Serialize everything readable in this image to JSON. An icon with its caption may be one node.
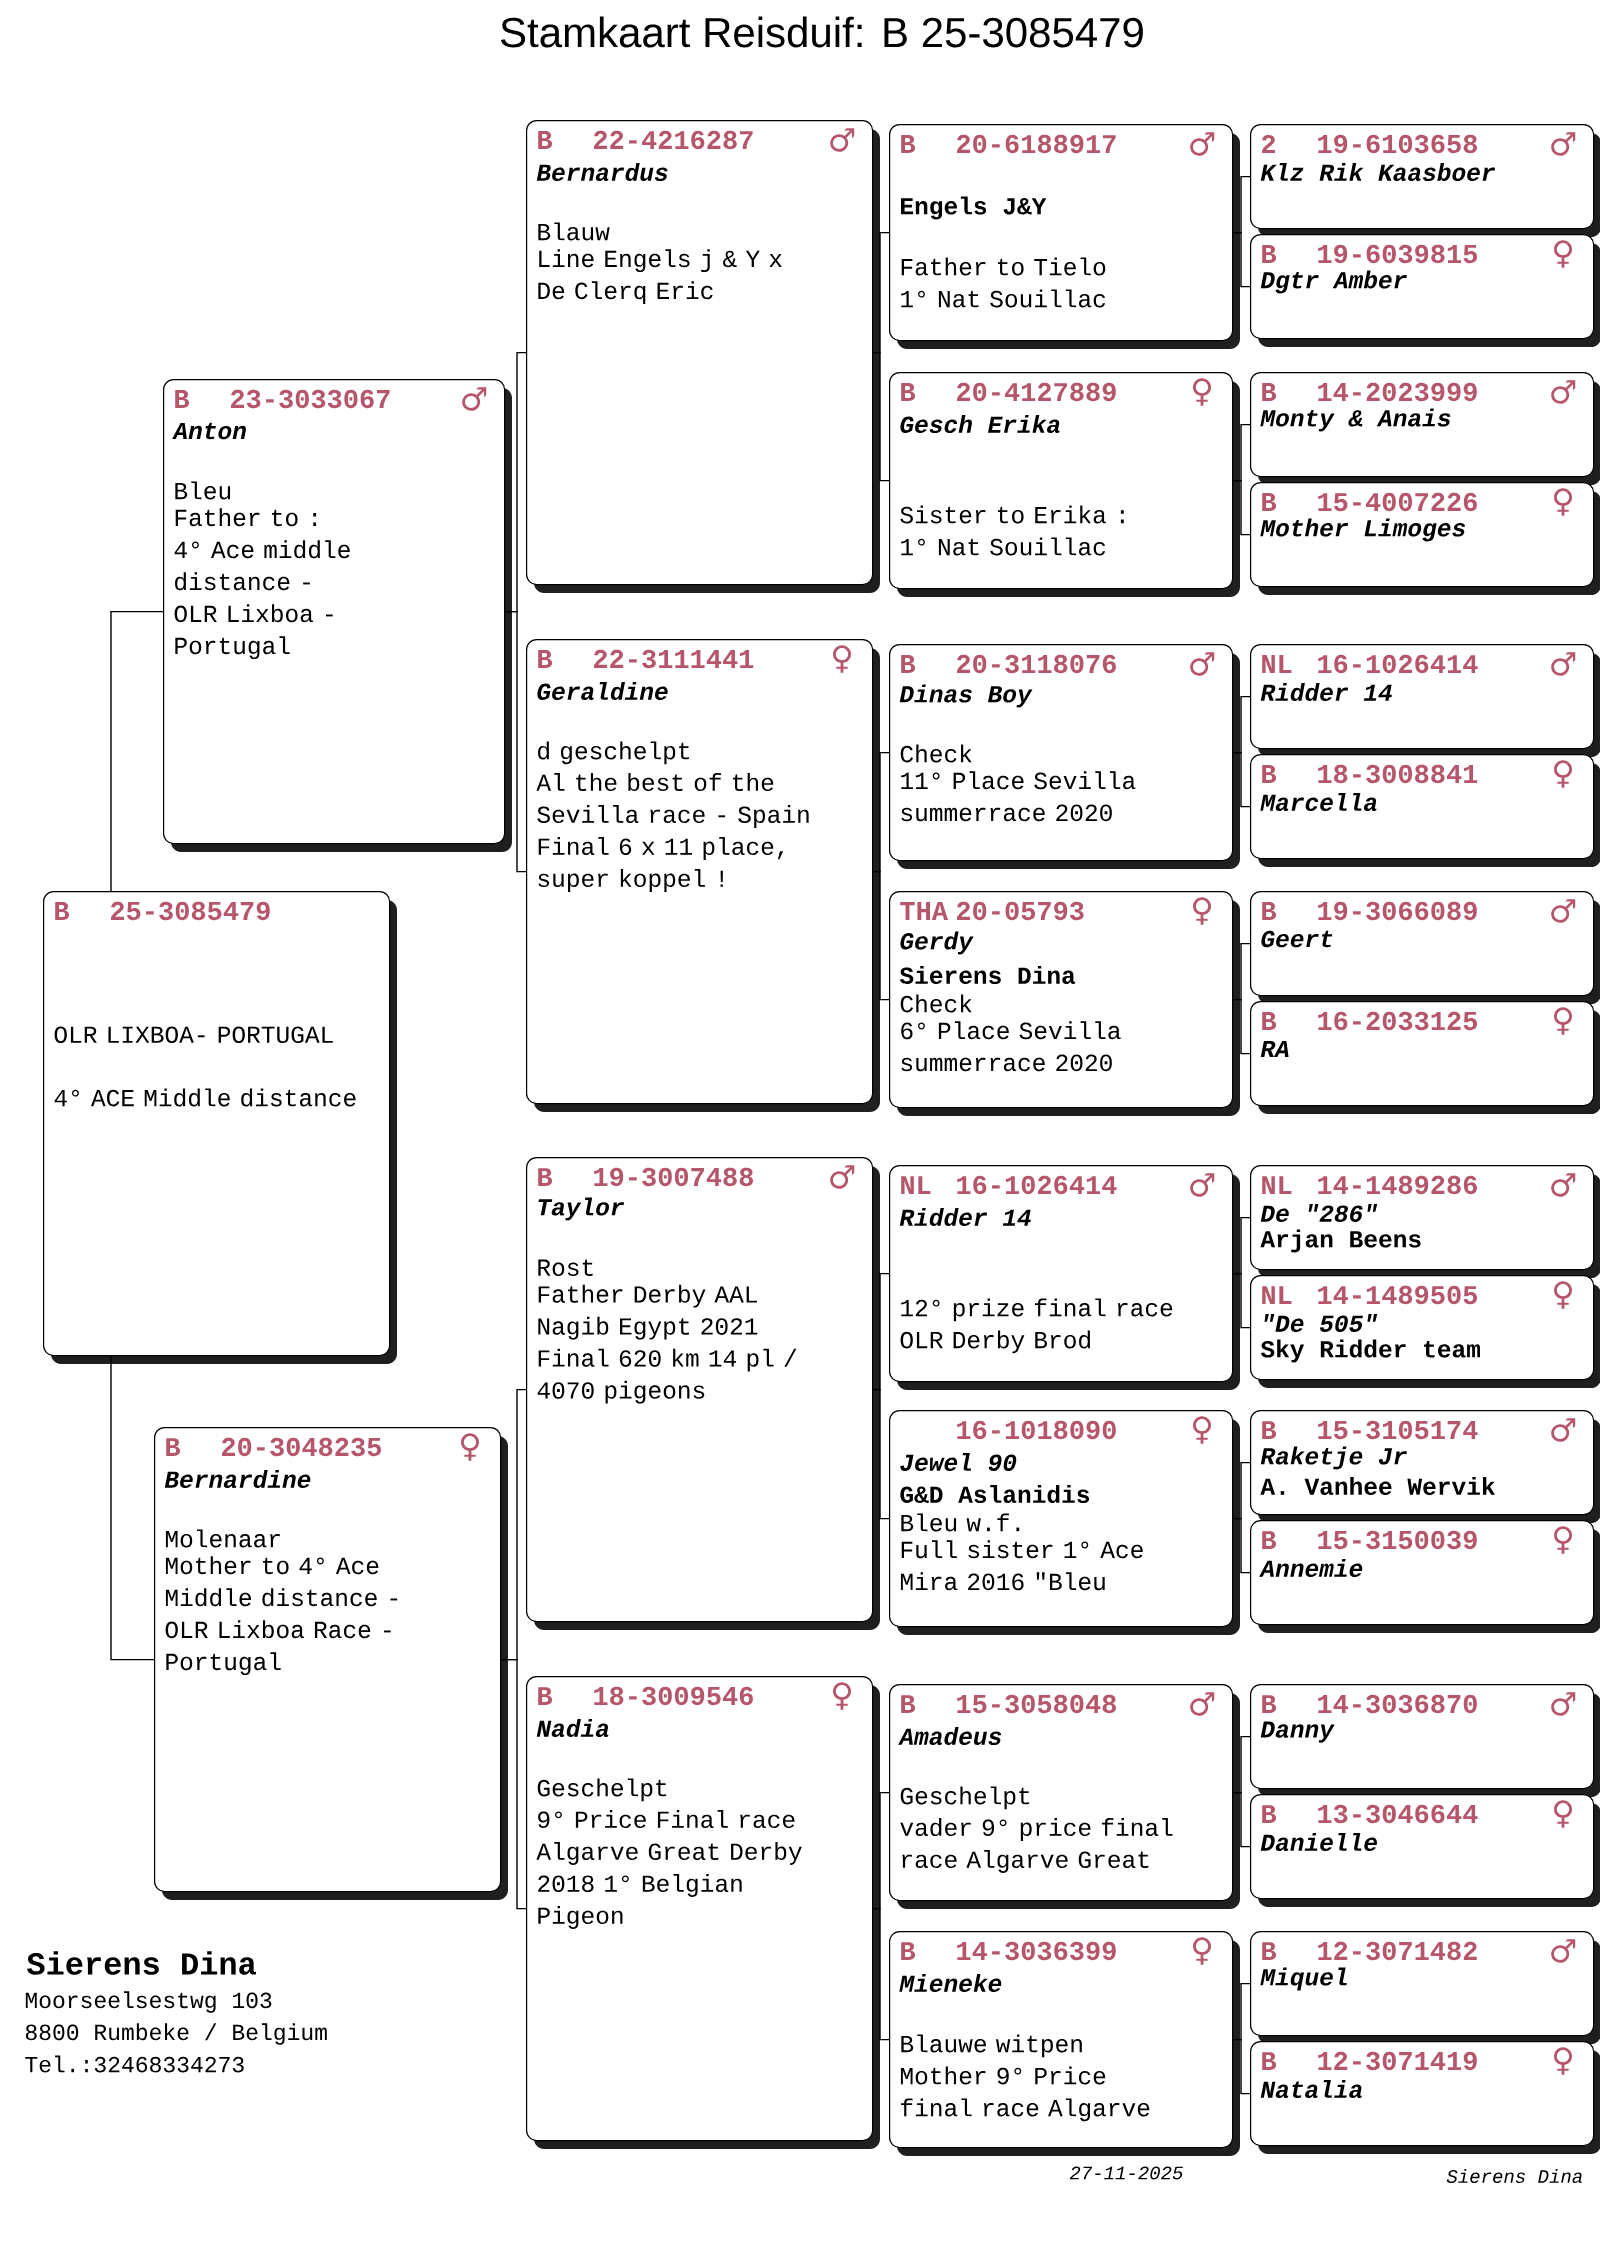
{
  "diagram": {
    "title": "Stamkaart Reisduif: B   25-3085479",
    "nodes": [
      {
        "text": [
          "B",
          "25-3085479",
          "OLR LIXBOA- PORTUGAL",
          "4° ACE Middle distance"
        ]
      },
      {
        "text": [
          "B",
          "23-3033067",
          "♂",
          "Anton",
          "Bleu",
          "Father to : 4° Ace middle distance - OLR Lixboa - Portugal"
        ]
      },
      {
        "text": [
          "B",
          "20-3048235",
          "♀",
          "Bernardine",
          "Molenaar",
          "Mother to 4° Ace Middle distance - OLR Lixboa Race - Portugal"
        ]
      },
      {
        "text": [
          "B",
          "22-4216287",
          "♂",
          "Bernardus",
          "Blauw",
          "Line Engels j & Y x De Clerq Eric"
        ]
      },
      {
        "text": [
          "B",
          "22-3111441",
          "♀",
          "Geraldine",
          "d geschelpt",
          "Al the best of the Sevilla race - Spain Final 6 x 11 place, super koppel !"
        ]
      },
      {
        "text": [
          "B",
          "19-3007488",
          "♂",
          "Taylor",
          "Rost",
          "Father Derby AAL Nagib Egypt 2021 Final 620 km 14 pl / 4070 pigeons"
        ]
      },
      {
        "text": [
          "B",
          "18-3009546",
          "♀",
          "Nadia",
          "Geschelpt",
          "9° Price Final race Algarve Great Derby 2018 1° Belgian Pigeon"
        ]
      },
      {
        "text": [
          "B",
          "20-6188917",
          "♂",
          "Engels J&Y",
          "Father to Tielo 1° Nat Souillac"
        ]
      },
      {
        "text": [
          "B",
          "20-4127889",
          "♀",
          "Gesch Erika",
          "Sister to Erika : 1° Nat Souillac"
        ]
      },
      {
        "text": [
          "B",
          "20-3118076",
          "♂",
          "Dinas Boy",
          "Check",
          "11° Place Sevilla summerrace 2020"
        ]
      },
      {
        "text": [
          "THA",
          "20-05793",
          "♀",
          "Gerdy",
          "Sierens Dina",
          "Check",
          "6° Place Sevilla summerrace 2020"
        ]
      },
      {
        "text": [
          "NL",
          "16-1026414",
          "♂",
          "Ridder 14",
          "12° prize final race OLR Derby Brod"
        ]
      },
      {
        "text": [
          "16-1018090",
          "♀",
          "Jewel 90",
          "G&D Aslanidis",
          "Bleu w.f.",
          "Full sister 1° Ace Mira 2016 \"Bleu"
        ]
      },
      {
        "text": [
          "B",
          "15-3058048",
          "♂",
          "Amadeus",
          "Geschelpt",
          "vader 9° price final race Algarve Great"
        ]
      },
      {
        "text": [
          "B",
          "14-3036399",
          "♀",
          "Mieneke",
          "Blauwe witpen Mother 9° Price final race Algarve"
        ]
      },
      {
        "text": [
          "2",
          "19-6103658",
          "♂",
          "Klz Rik Kaasboer"
        ]
      },
      {
        "text": [
          "B",
          "19-6039815",
          "♀",
          "Dgtr Amber"
        ]
      },
      {
        "text": [
          "B",
          "14-2023999",
          "♂",
          "Monty & Anais"
        ]
      },
      {
        "text": [
          "B",
          "15-4007226",
          "♀",
          "Mother Limoges"
        ]
      },
      {
        "text": [
          "NL",
          "16-1026414",
          "♂",
          "Ridder 14"
        ]
      },
      {
        "text": [
          "B",
          "18-3008841",
          "♀",
          "Marcella"
        ]
      },
      {
        "text": [
          "B",
          "19-3066089",
          "♂",
          "Geert"
        ]
      },
      {
        "text": [
          "B",
          "16-2033125",
          "♀",
          "RA"
        ]
      },
      {
        "text": [
          "NL",
          "14-1489286",
          "♂",
          "De \"286\"",
          "Arjan Beens"
        ]
      },
      {
        "text": [
          "NL",
          "14-1489505",
          "♀",
          "\"De 505\"",
          "Sky Ridder team"
        ]
      },
      {
        "text": [
          "B",
          "15-3105174",
          "♂",
          "Raketje Jr",
          "A. Vanhee Wervik"
        ]
      },
      {
        "text": [
          "B",
          "15-3150039",
          "♀",
          "Annemie"
        ]
      },
      {
        "text": [
          "B",
          "14-3036870",
          "♂",
          "Danny"
        ]
      },
      {
        "text": [
          "B",
          "13-3046644",
          "♀",
          "Danielle"
        ]
      },
      {
        "text": [
          "B",
          "12-3071482",
          "♂",
          "Miquel"
        ]
      },
      {
        "text": [
          "B",
          "12-3071419",
          "♀",
          "Natalia"
        ]
      }
    ],
    "edges": [
      {
        "from": 0,
        "to": 1,
        "arrow": "none"
      },
      {
        "from": 0,
        "to": 2,
        "arrow": "none"
      },
      {
        "from": 1,
        "to": 3,
        "arrow": "none"
      },
      {
        "from": 1,
        "to": 4,
        "arrow": "none"
      },
      {
        "from": 2,
        "to": 5,
        "arrow": "none"
      },
      {
        "from": 2,
        "to": 6,
        "arrow": "none"
      },
      {
        "from": 3,
        "to": 7,
        "arrow": "none"
      },
      {
        "from": 3,
        "to": 8,
        "arrow": "none"
      },
      {
        "from": 4,
        "to": 9,
        "arrow": "none"
      },
      {
        "from": 4,
        "to": 10,
        "arrow": "none"
      },
      {
        "from": 5,
        "to": 11,
        "arrow": "none"
      },
      {
        "from": 5,
        "to": 12,
        "arrow": "none"
      },
      {
        "from": 6,
        "to": 13,
        "arrow": "none"
      },
      {
        "from": 6,
        "to": 14,
        "arrow": "none"
      },
      {
        "from": 7,
        "to": 15,
        "arrow": "none"
      },
      {
        "from": 7,
        "to": 16,
        "arrow": "none"
      },
      {
        "from": 8,
        "to": 17,
        "arrow": "none"
      },
      {
        "from": 8,
        "to": 18,
        "arrow": "none"
      },
      {
        "from": 9,
        "to": 19,
        "arrow": "none"
      },
      {
        "from": 9,
        "to": 20,
        "arrow": "none"
      },
      {
        "from": 10,
        "to": 21,
        "arrow": "none"
      },
      {
        "from": 10,
        "to": 22,
        "arrow": "none"
      },
      {
        "from": 11,
        "to": 23,
        "arrow": "none"
      },
      {
        "from": 11,
        "to": 24,
        "arrow": "none"
      },
      {
        "from": 12,
        "to": 25,
        "arrow": "none"
      },
      {
        "from": 12,
        "to": 26,
        "arrow": "none"
      },
      {
        "from": 13,
        "to": 27,
        "arrow": "none"
      },
      {
        "from": 13,
        "to": 28,
        "arrow": "none"
      },
      {
        "from": 14,
        "to": 29,
        "arrow": "none"
      },
      {
        "from": 14,
        "to": 30,
        "arrow": "none"
      }
    ],
    "labels": [
      "Sierens Dina",
      "Moorseelsestwg 103",
      "8800  Rumbeke / Belgium",
      "Tel.:32468334273",
      "27-11-2025",
      "Sierens Dina"
    ]
  }
}
